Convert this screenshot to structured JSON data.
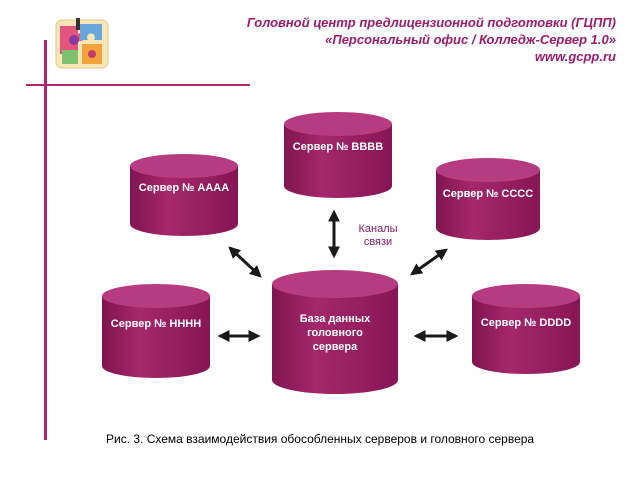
{
  "header": {
    "line1": "Головной центр предлицензионной подготовки (ГЦПП)",
    "line2": "«Персональный офис / Колледж-Сервер 1.0»",
    "line3": "www.gcpp.ru"
  },
  "logo": {
    "icon": "puzzle-logo-icon"
  },
  "diagram": {
    "nodes": {
      "bbbb": "Сервер № BBBB",
      "aaaa": "Сервер № AAAA",
      "cccc": "Сервер № CCCC",
      "hhhh": "Сервер № HHHH",
      "dddd": "Сервер № DDDD",
      "db": [
        "База данных",
        "головного",
        "сервера"
      ]
    },
    "channels": [
      "Каналы",
      "связи"
    ],
    "colors": {
      "cylinder": "#9b1c5f",
      "cylinder_top": "#b73b80",
      "arrow": "#1a1a1a"
    }
  },
  "caption": "Рис. 3. Схема взаимодействия обособленных серверов и головного сервера"
}
